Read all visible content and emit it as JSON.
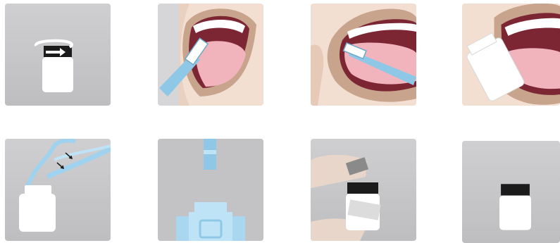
{
  "steps": [
    {
      "id": 1,
      "name": "unscrew-cap",
      "icon": "rotate-arrow-icon"
    },
    {
      "id": 2,
      "name": "brush-teeth-cheek",
      "icon": "swab-brush-icon"
    },
    {
      "id": 3,
      "name": "brush-tongue",
      "icon": "swab-brush-icon"
    },
    {
      "id": 4,
      "name": "spit-into-bottle",
      "icon": "bottle-icon"
    },
    {
      "id": 5,
      "name": "collect-saliva-flow",
      "icon": "arrow-icon"
    },
    {
      "id": 6,
      "name": "snap-swab-head",
      "icon": "swab-holder-icon"
    },
    {
      "id": 7,
      "name": "seal-with-label",
      "icon": "hand-icon"
    },
    {
      "id": 8,
      "name": "closed-bottle",
      "icon": "bottle-icon"
    }
  ],
  "colors": {
    "tile_grey": "#c6c6c8",
    "skin": "#f2dfd2",
    "lip": "#c9a48c",
    "mouth": "#7c2634",
    "tongue": "#f1b4bd",
    "swab": "#8fc8e6",
    "bottle": "#ffffff",
    "cap": "#1b1b1b"
  }
}
